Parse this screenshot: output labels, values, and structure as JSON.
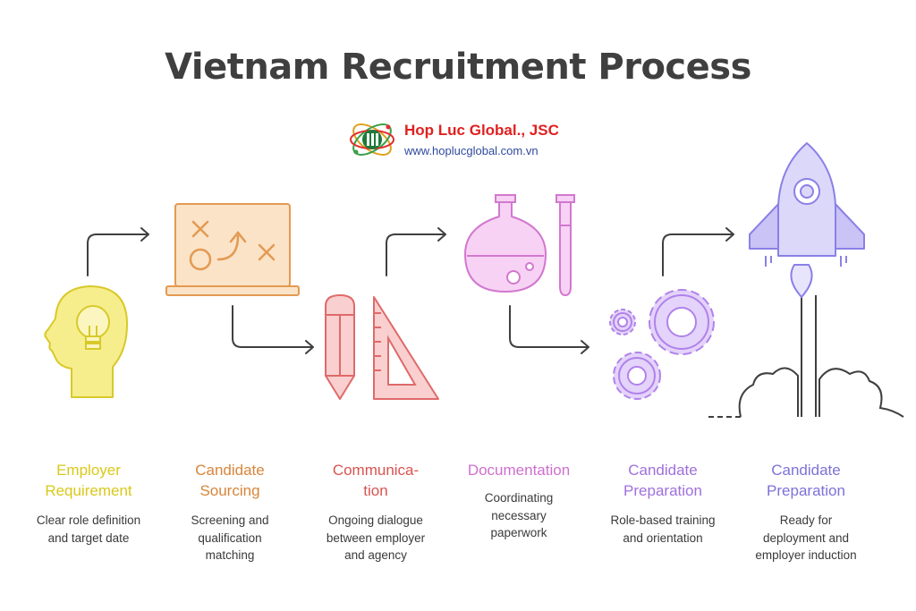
{
  "title": "Vietnam Recruitment Process",
  "brand": {
    "name": "Hop Luc Global., JSC",
    "url": "www.hoplucglobal.com.vn"
  },
  "colors": {
    "yellow": "#f1e75e",
    "orange": "#e69a55",
    "red": "#e56b6b",
    "pink": "#e48be0",
    "purple": "#b48be9",
    "violet": "#8e82e6",
    "connector": "#3f3f3f"
  },
  "steps": [
    {
      "title_line1": "Employer",
      "title_line2": "Requirement",
      "desc_line1": "Clear role definition",
      "desc_line2": "and target date",
      "desc_line3": "",
      "color": "#d9c81a",
      "icon": "head-lightbulb-icon"
    },
    {
      "title_line1": "Candidate",
      "title_line2": "Sourcing",
      "desc_line1": "Screening and",
      "desc_line2": "qualification",
      "desc_line3": "matching",
      "color": "#d9853a",
      "icon": "strategy-board-icon"
    },
    {
      "title_line1": "Communica-",
      "title_line2": "tion",
      "desc_line1": "Ongoing dialogue",
      "desc_line2": "between employer",
      "desc_line3": "and agency",
      "color": "#d9534f",
      "icon": "pencil-ruler-icon"
    },
    {
      "title_line1": "Documentation",
      "title_line2": "",
      "desc_line1": "Coordinating",
      "desc_line2": "necessary",
      "desc_line3": "paperwork",
      "color": "#cf6fcf",
      "icon": "lab-flask-icon"
    },
    {
      "title_line1": "Candidate",
      "title_line2": "Preparation",
      "desc_line1": "Role-based training",
      "desc_line2": "and orientation",
      "desc_line3": "",
      "color": "#a070dd",
      "icon": "gears-icon"
    },
    {
      "title_line1": "Candidate",
      "title_line2": "Preparation",
      "desc_line1": "Ready for",
      "desc_line2": "deployment and",
      "desc_line3": "employer induction",
      "color": "#7c72d8",
      "icon": "rocket-icon"
    }
  ]
}
